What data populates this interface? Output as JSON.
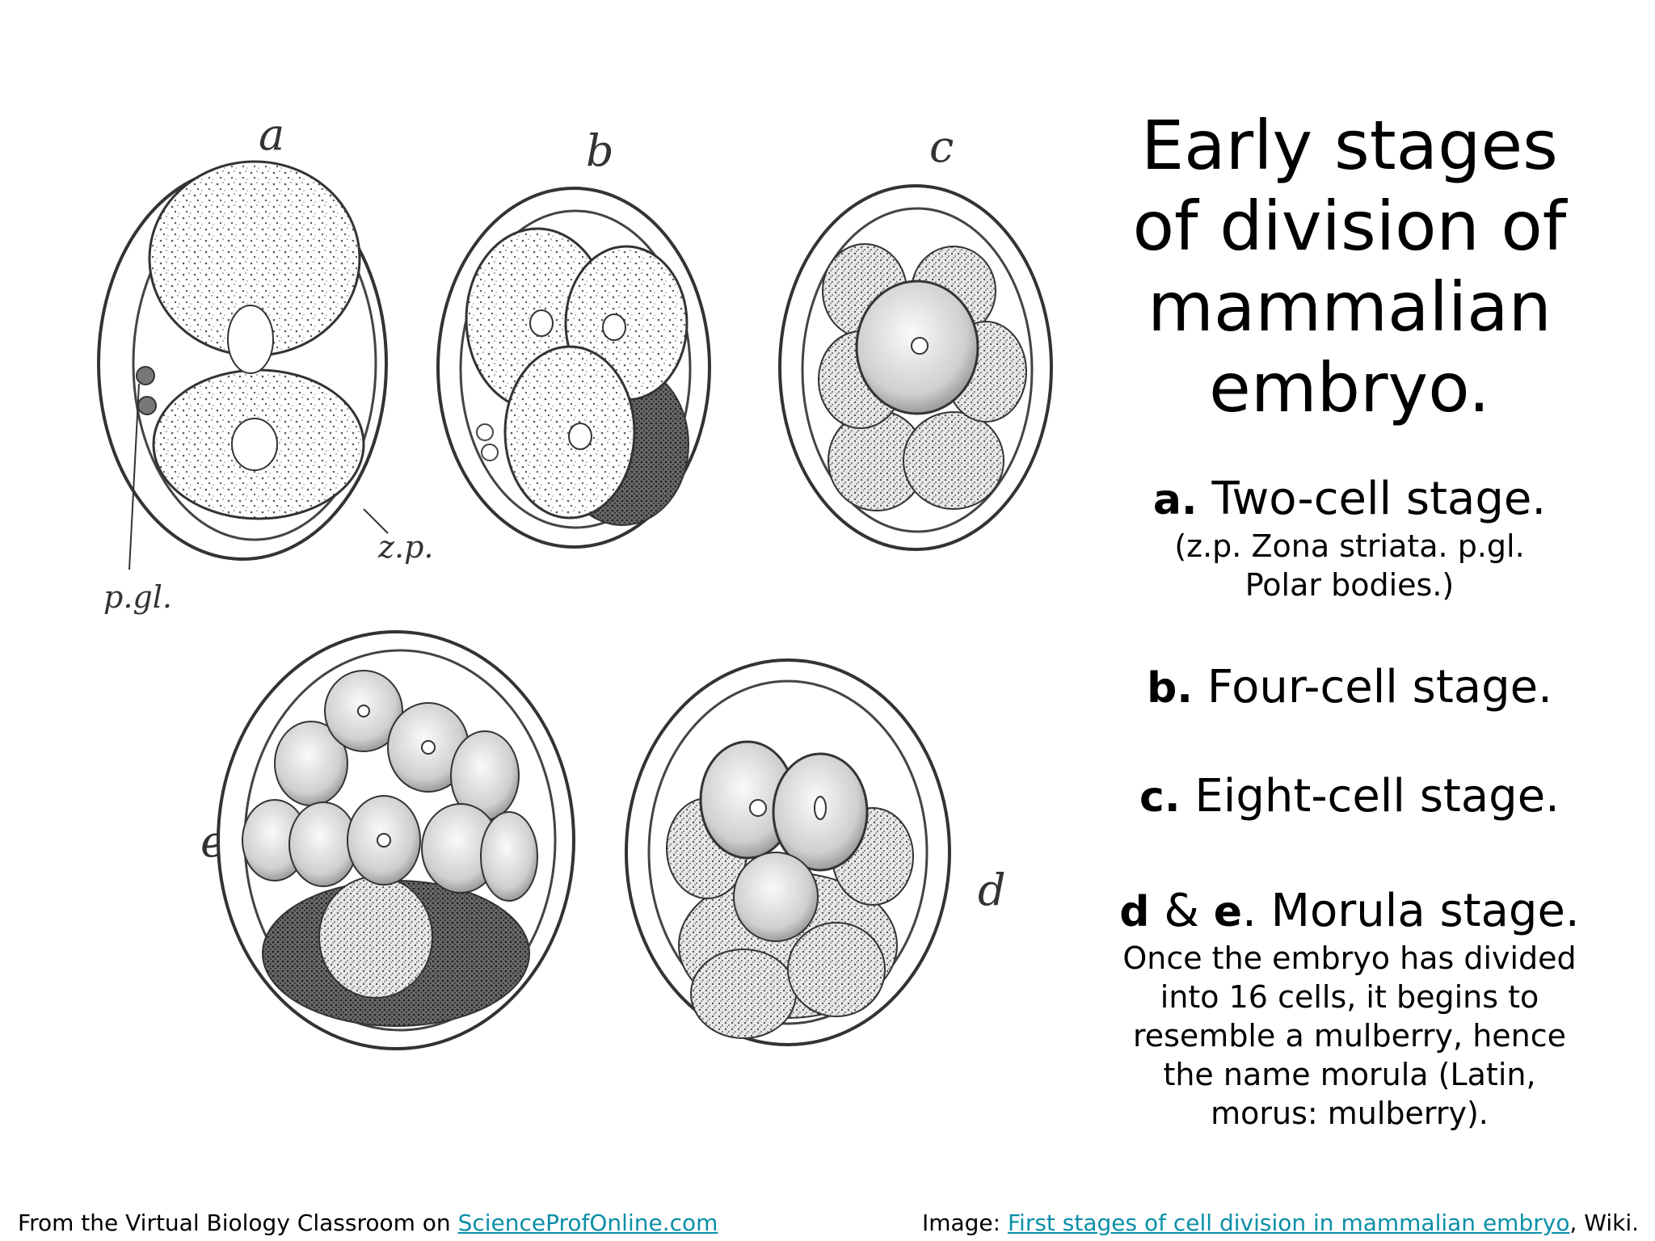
{
  "figure": {
    "stage_labels": {
      "a": "a",
      "b": "b",
      "c": "c",
      "d": "d",
      "e": "e"
    },
    "annotations": {
      "pgl": "p.gl.",
      "zp": "z.p."
    }
  },
  "title": "Early stages of division of mammalian embryo.",
  "title_lines": [
    "Early stages",
    "of division of",
    "mammalian",
    "embryo."
  ],
  "stages": {
    "a": {
      "letter": "a.",
      "label": "Two-cell stage.",
      "note_lines": [
        "(z.p. Zona striata. p.gl.",
        "Polar bodies.)"
      ]
    },
    "b": {
      "letter": "b.",
      "label": "Four-cell stage."
    },
    "c": {
      "letter": "c.",
      "label": "Eight-cell stage."
    },
    "de": {
      "letter_d": "d",
      "amp": " & ",
      "letter_e": "e",
      "label": ". Morula stage.",
      "note_lines": [
        "Once the embryo has divided",
        "into 16 cells, it begins to",
        "resemble a mulberry, hence",
        "the name morula (Latin,",
        "morus: mulberry)."
      ]
    }
  },
  "footer": {
    "left_prefix": "From the  Virtual Biology Classroom on ",
    "left_link": "ScienceProfOnline.com",
    "right_prefix": "Image: ",
    "right_link": "First stages of cell division in mammalian embryo",
    "right_suffix": ", Wiki.",
    "link_color": "#0b8fa8"
  }
}
